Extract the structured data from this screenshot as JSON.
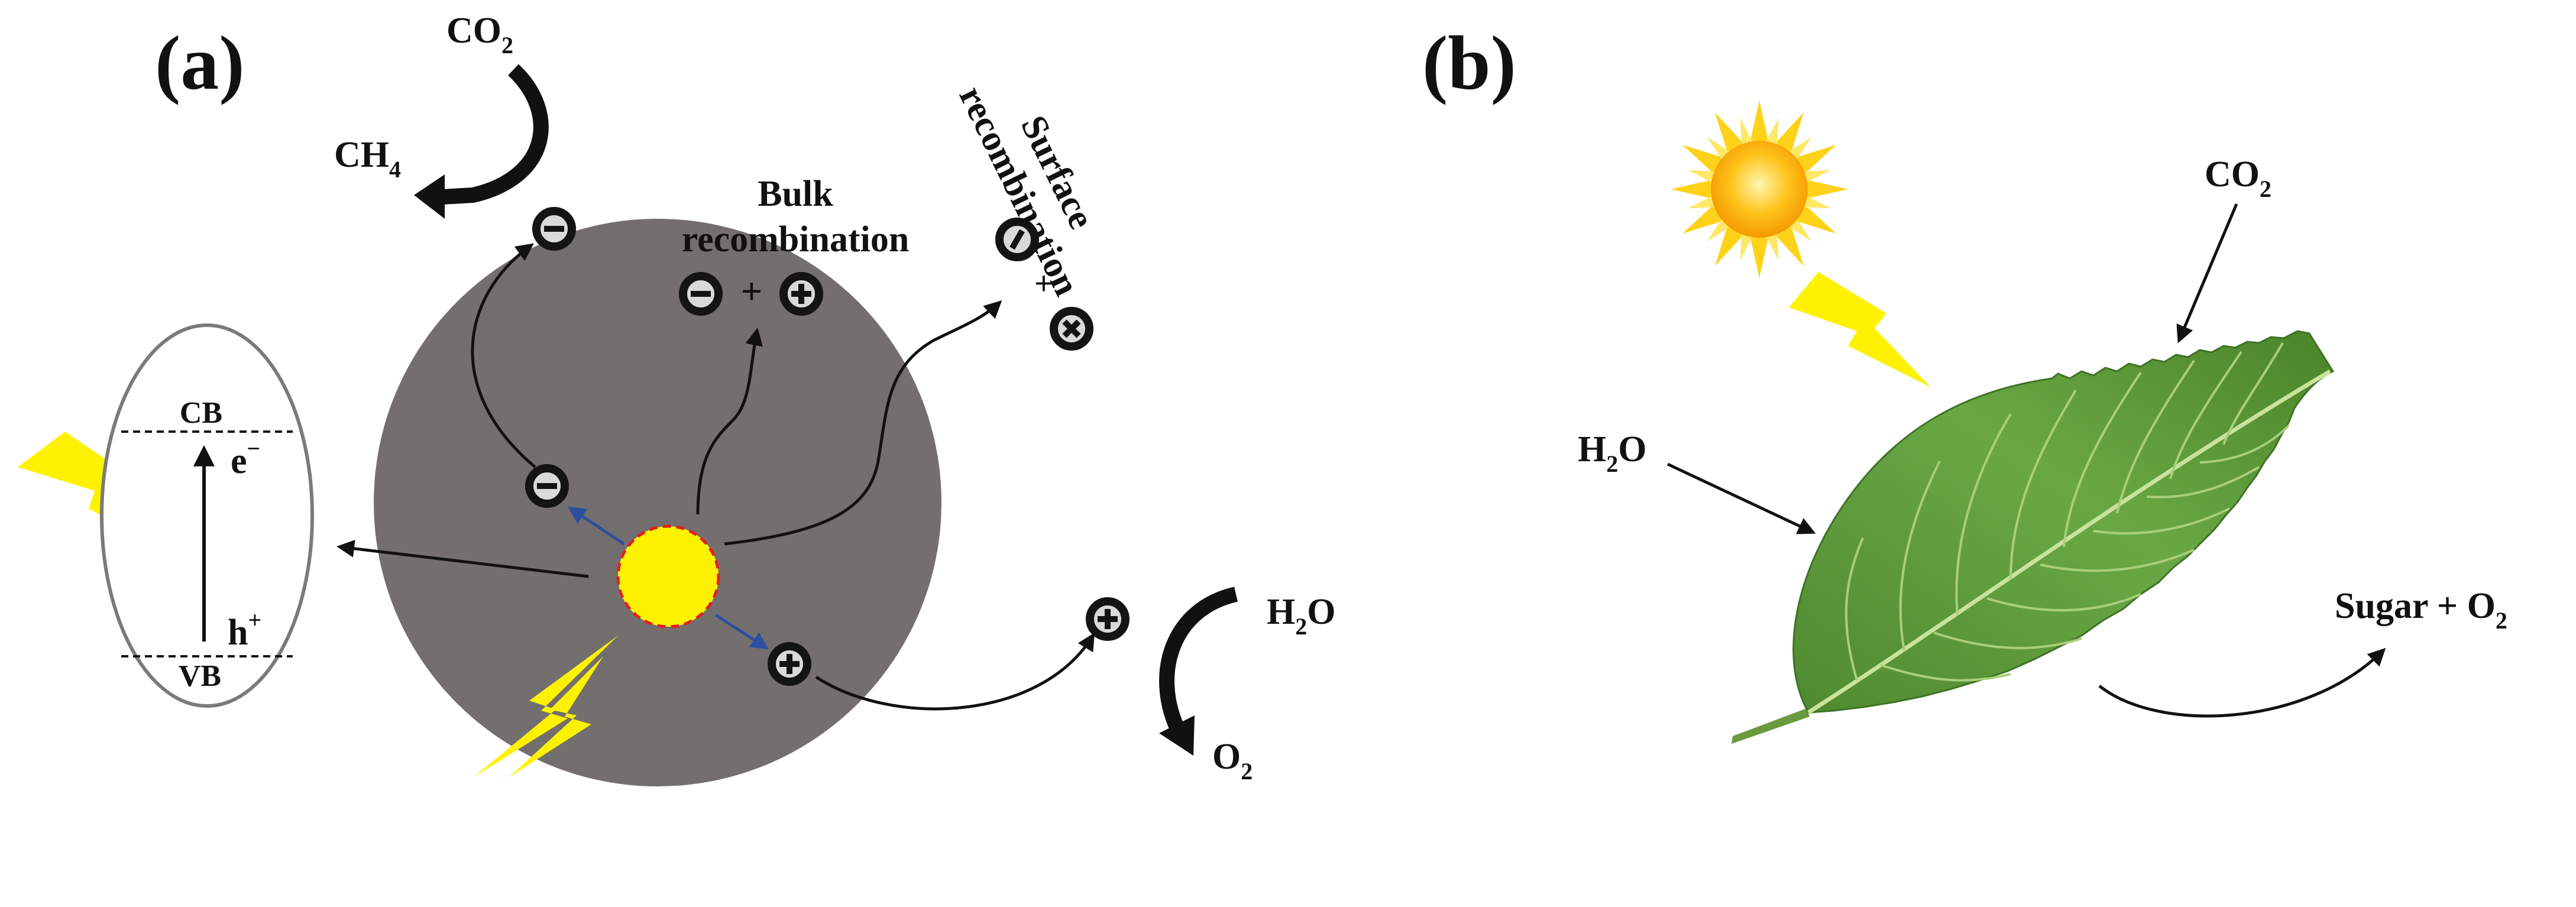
{
  "panel_a": {
    "label": "(a)",
    "co2": {
      "main": "CO",
      "sub": "2"
    },
    "ch4": {
      "main": "CH",
      "sub": "4"
    },
    "h2o": {
      "main": "H",
      "sub": "2",
      "tail": "O"
    },
    "o2": {
      "main": "O",
      "sub": "2"
    },
    "bulk_recombination": [
      "Bulk",
      "recombination"
    ],
    "surface_recombination": [
      "Surface",
      "recombination"
    ],
    "recombination_plus": "+",
    "band_diagram": {
      "cb": "CB",
      "vb": "VB",
      "electron": {
        "main": "e",
        "sup": "−"
      },
      "hole": {
        "main": "h",
        "sup": "+"
      }
    },
    "colors": {
      "particle": "#736f6e",
      "light": "#fff200",
      "site_border": "#e02020",
      "carrier_fill": "#d9d9d9",
      "carrier_border": "#141414",
      "blue_arrow": "#2e4fa0"
    }
  },
  "panel_b": {
    "label": "(b)",
    "co2": {
      "main": "CO",
      "sub": "2"
    },
    "h2o": {
      "main": "H",
      "sub": "2",
      "tail": "O"
    },
    "product": {
      "main": "Sugar + O",
      "sub": "2"
    },
    "colors": {
      "leaf": "#5d9a3c",
      "leaf_dark": "#3d7326",
      "vein": "#c9e39a",
      "sun": "#ffc21a"
    },
    "icons": [
      "sun-icon",
      "lightning-icon",
      "leaf-icon"
    ]
  }
}
